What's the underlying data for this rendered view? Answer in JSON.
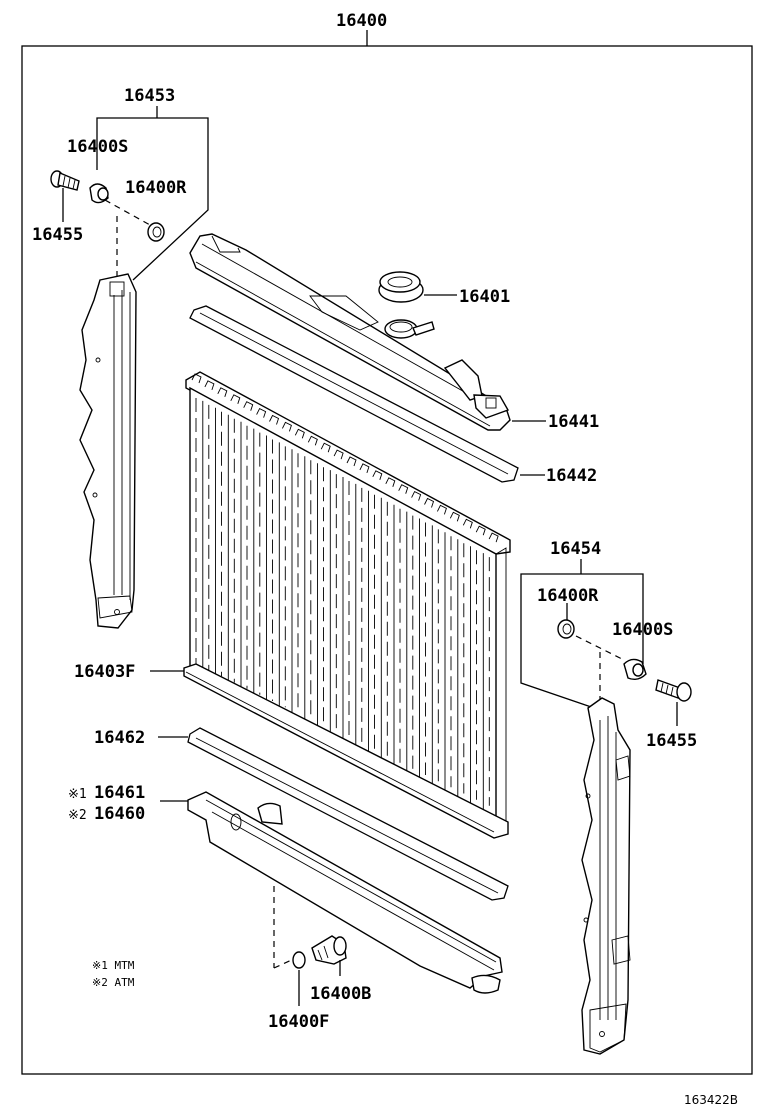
{
  "labels": {
    "assembly": "16400",
    "bracket_set_left": "16453",
    "stay_left": "16400S",
    "cushion_left": "16400R",
    "bolt_left": "16455",
    "cap": "16401",
    "upper_tank": "16441",
    "upper_gasket": "16442",
    "core": "16403F",
    "bracket_set_right": "16454",
    "cushion_right": "16400R",
    "stay_right": "16400S",
    "bolt_right": "16455",
    "lower_gasket": "16462",
    "lower_tank_mtm": "16461",
    "lower_tank_atm": "16460",
    "drain_cock": "16400B",
    "drain_gasket": "16400F",
    "mark1": "※1",
    "mark2": "※2"
  },
  "notes": {
    "note1": "※1 MTM",
    "note2": "※2 ATM"
  },
  "figure_code": "163422B"
}
